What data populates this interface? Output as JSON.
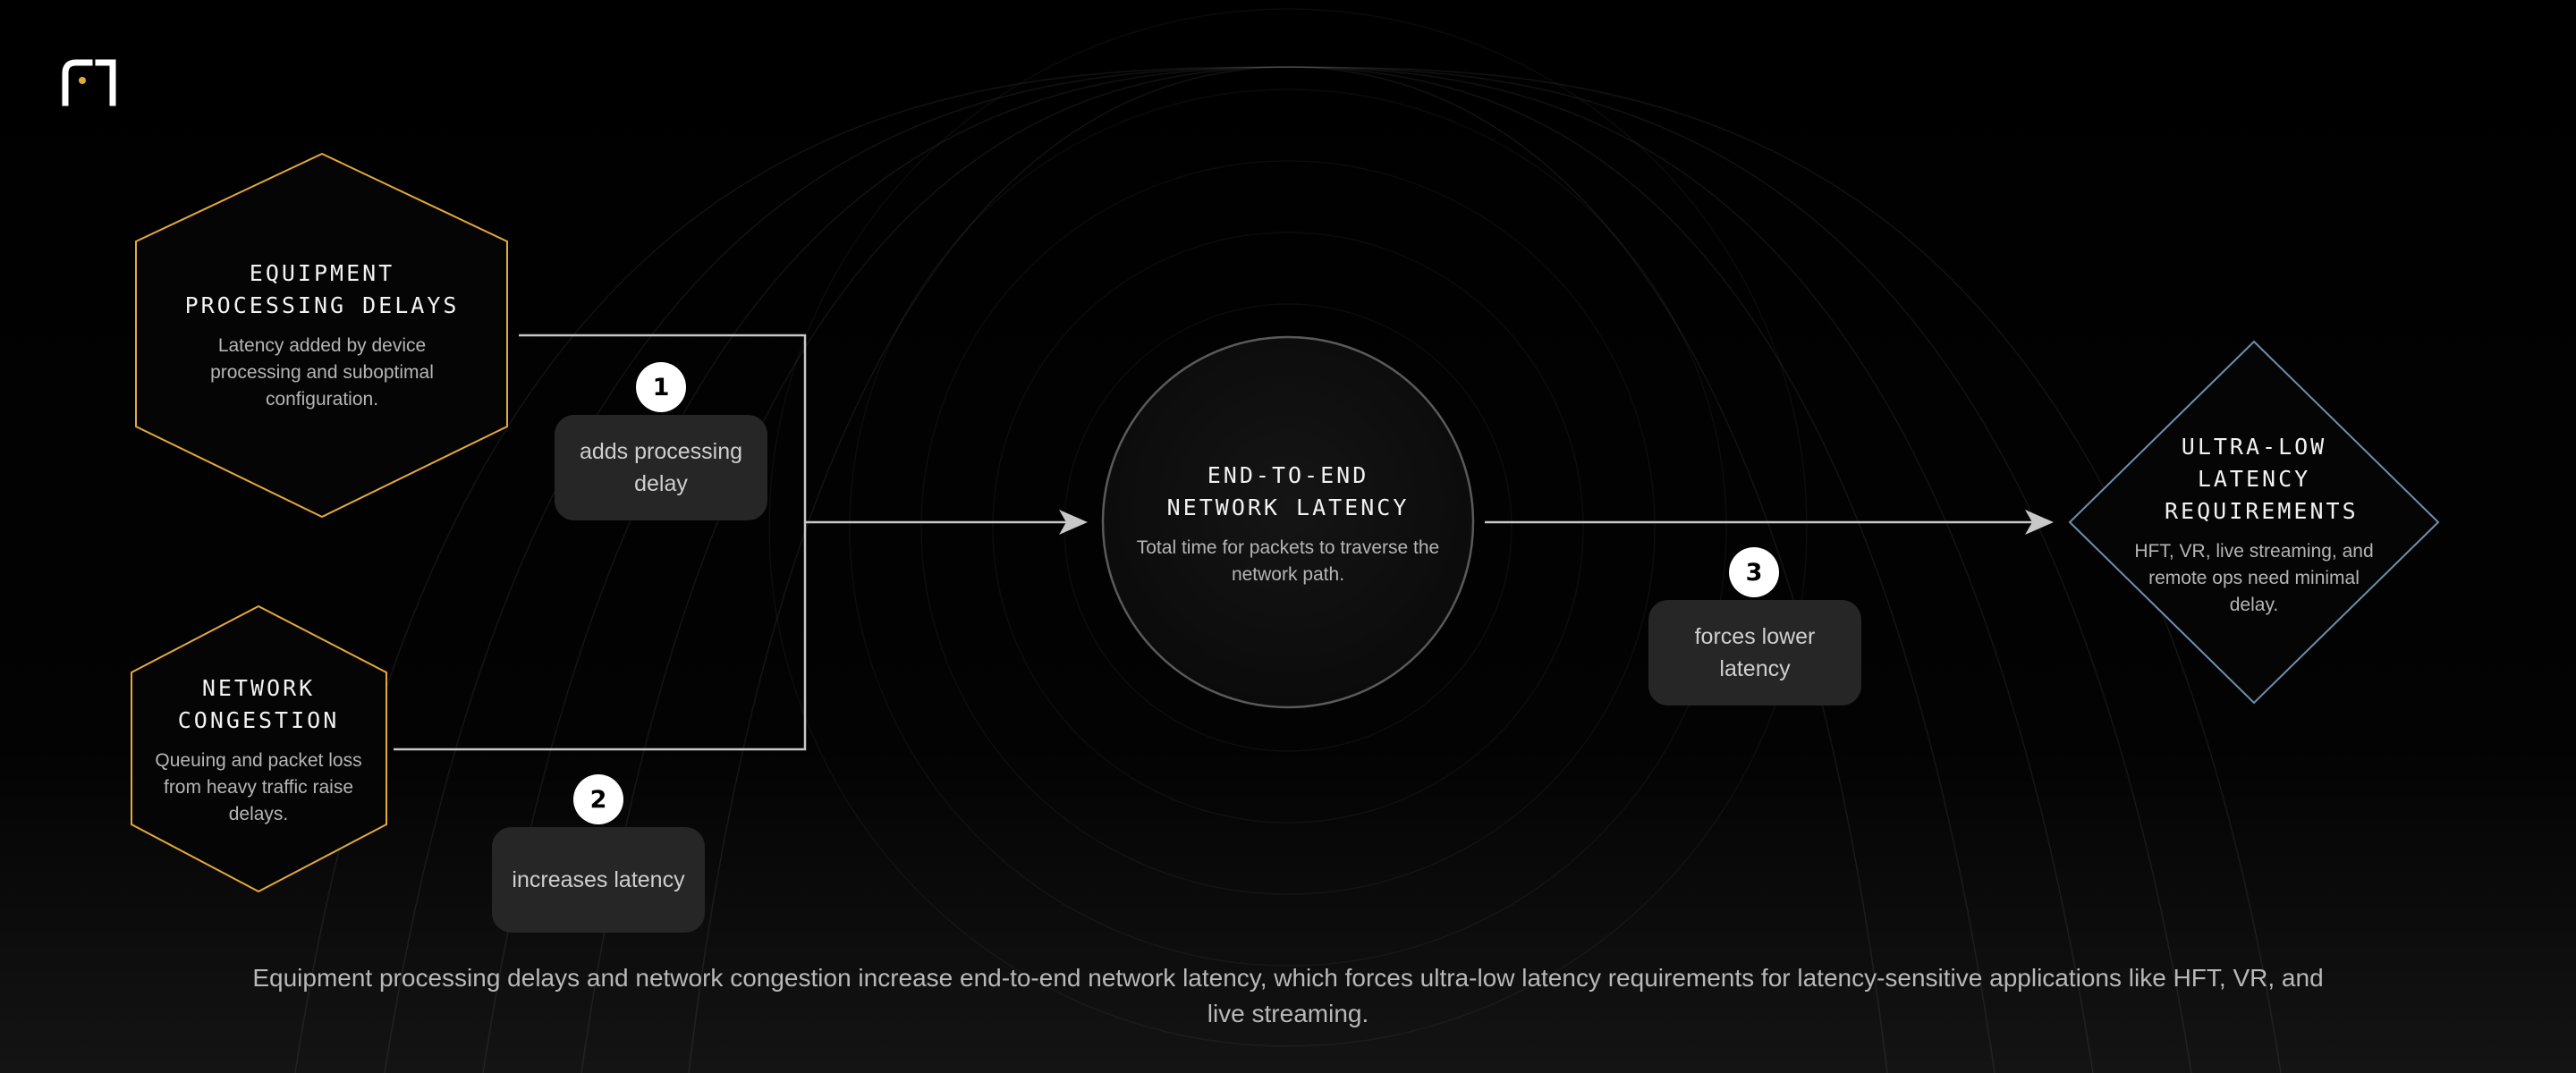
{
  "colors": {
    "background": "#000000",
    "hexagon_accent": "#e5a93a",
    "diamond_accent": "#6e8fae",
    "circle_outline": "#5a5a5a",
    "connector": "#c8c8c8",
    "badge_fill": "#ffffff",
    "pill_fill": "#262626",
    "logo_dot": "#e5a93a"
  },
  "logo": {
    "icon": "brand-logo-icon"
  },
  "nodes": {
    "equipment": {
      "title": "EQUIPMENT PROCESSING DELAYS",
      "description": "Latency added by device processing and suboptimal configuration.",
      "shape": "hexagon"
    },
    "congestion": {
      "title": "NETWORK CONGESTION",
      "description": "Queuing and packet loss from heavy traffic raise delays.",
      "shape": "hexagon"
    },
    "latency": {
      "title": "END-TO-END NETWORK LATENCY",
      "description": "Total time for packets to traverse the network path.",
      "shape": "circle"
    },
    "requirements": {
      "title": "ULTRA-LOW LATENCY REQUIREMENTS",
      "description": "HFT, VR, live streaming, and remote ops need minimal delay.",
      "shape": "diamond"
    }
  },
  "edges": [
    {
      "number": "1",
      "label": "adds processing delay",
      "from": "equipment",
      "to": "latency"
    },
    {
      "number": "2",
      "label": "increases latency",
      "from": "congestion",
      "to": "latency"
    },
    {
      "number": "3",
      "label": "forces lower latency",
      "from": "latency",
      "to": "requirements"
    }
  ],
  "caption": "Equipment processing delays and network congestion increase end-to-end network latency, which forces ultra-low latency requirements for latency-sensitive applications like HFT, VR, and live streaming."
}
